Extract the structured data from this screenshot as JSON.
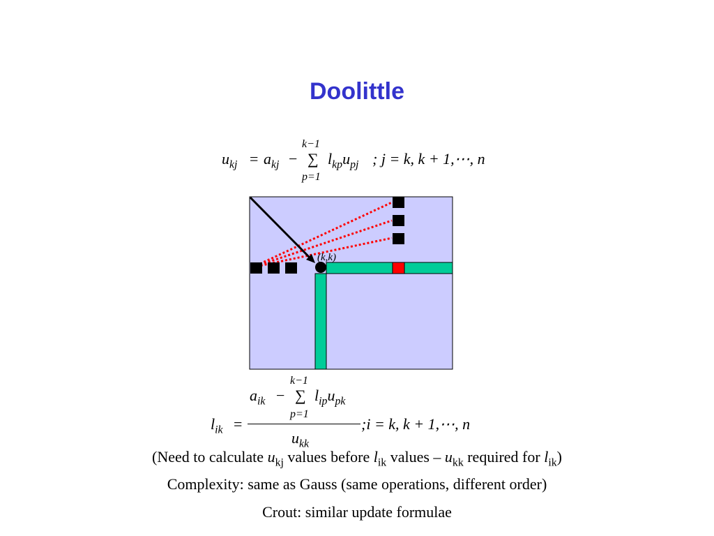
{
  "title": "Doolittle",
  "formula_u": {
    "upper_limit": "k−1",
    "lower_limit": "p=1",
    "lhs_var": "u",
    "lhs_sub": "kj",
    "eq": "=",
    "a_var": "a",
    "a_sub": "kj",
    "minus": "−",
    "sigma": "∑",
    "l_var": "l",
    "l_sub": "kp",
    "u_var": "u",
    "u_sub": "pj",
    "tail": "; j = k, k + 1,⋯, n"
  },
  "diagram": {
    "kk_label": "(k,k)",
    "colors": {
      "matrix_fill": "#ccccff",
      "band": "#00cc99",
      "highlight": "#ff0000",
      "dotted": "#ff0000",
      "squares": "#000000"
    }
  },
  "formula_l": {
    "upper_limit": "k−1",
    "lower_limit": "p=1",
    "a_var": "a",
    "a_sub": "ik",
    "minus": "−",
    "sigma": "∑",
    "l_var": "l",
    "l_sub": "ip",
    "u_var": "u",
    "u_sub": "pk",
    "lhs_var": "l",
    "lhs_sub": "ik",
    "eq": "=",
    "den_var": "u",
    "den_sub": "kk",
    "tail": ";i = k, k + 1,⋯, n"
  },
  "notes": {
    "line1": {
      "p1": "(Need to calculate ",
      "v1": "u",
      "s1": "kj",
      "p2": " values before ",
      "v2": "l",
      "s2": "ik",
      "p3": " values – ",
      "v3": "u",
      "s3": "kk",
      "p4": " required for ",
      "v4": "l",
      "s4": "ik",
      "p5": ")"
    },
    "line2": "Complexity: same as Gauss (same operations, different order)",
    "line3": "Crout: similar update formulae"
  }
}
